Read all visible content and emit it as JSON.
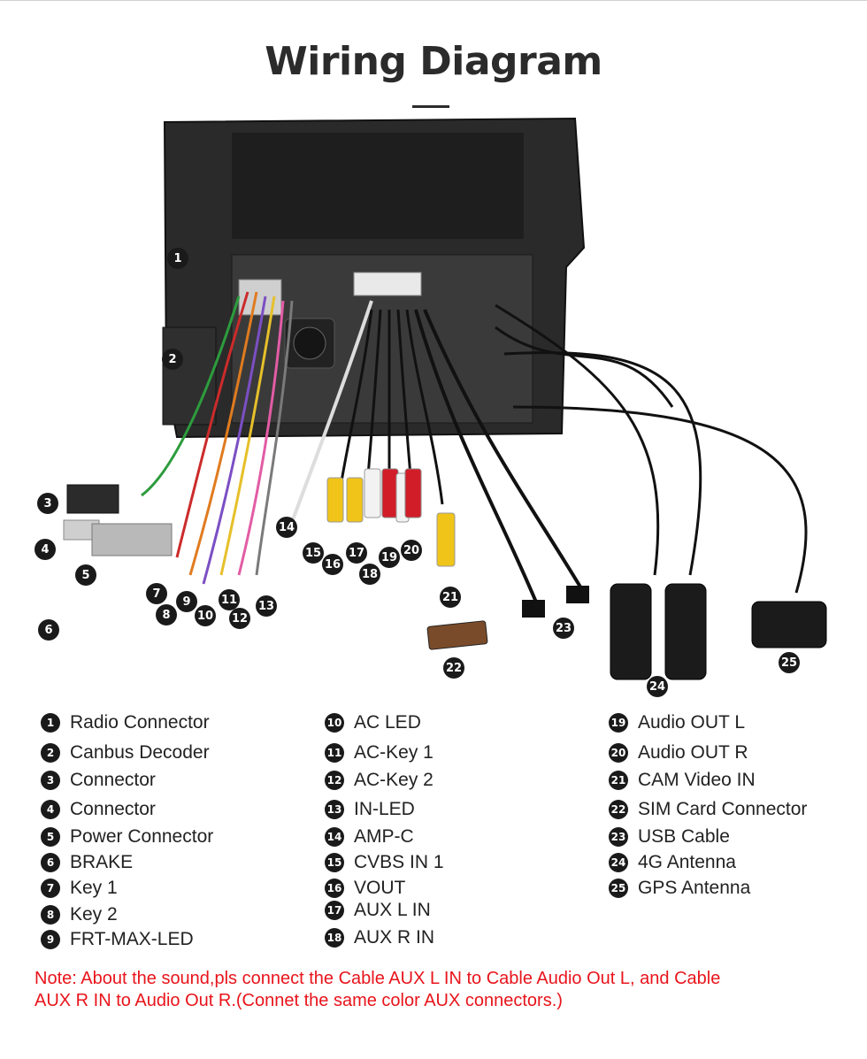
{
  "title": "Wiring Diagram",
  "legend": [
    {
      "num": "1",
      "label": "Radio Connector"
    },
    {
      "num": "2",
      "label": "Canbus Decoder"
    },
    {
      "num": "3",
      "label": "Connector"
    },
    {
      "num": "4",
      "label": "Connector"
    },
    {
      "num": "5",
      "label": "Power Connector"
    },
    {
      "num": "6",
      "label": "BRAKE"
    },
    {
      "num": "7",
      "label": "Key 1"
    },
    {
      "num": "8",
      "label": "Key 2"
    },
    {
      "num": "9",
      "label": "FRT-MAX-LED"
    },
    {
      "num": "10",
      "label": "AC LED"
    },
    {
      "num": "11",
      "label": "AC-Key 1"
    },
    {
      "num": "12",
      "label": "AC-Key 2"
    },
    {
      "num": "13",
      "label": "IN-LED"
    },
    {
      "num": "14",
      "label": "AMP-C"
    },
    {
      "num": "15",
      "label": "CVBS IN 1"
    },
    {
      "num": "16",
      "label": "VOUT"
    },
    {
      "num": "17",
      "label": "AUX L IN"
    },
    {
      "num": "18",
      "label": "AUX R IN"
    },
    {
      "num": "19",
      "label": "Audio OUT L"
    },
    {
      "num": "20",
      "label": "Audio OUT R"
    },
    {
      "num": "21",
      "label": "CAM Video IN"
    },
    {
      "num": "22",
      "label": "SIM Card Connector"
    },
    {
      "num": "23",
      "label": "USB Cable"
    },
    {
      "num": "24",
      "label": "4G Antenna"
    },
    {
      "num": "25",
      "label": "GPS Antenna"
    }
  ],
  "note": {
    "line1": "Note: About the sound,pls connect the Cable AUX L IN to Cable Audio Out L, and Cable",
    "line2": "AUX R IN to  Audio Out R.(Connet the same color AUX connectors.)"
  },
  "colors": {
    "note": "#e8141b",
    "badge": "#1a1a1a",
    "title": "#2b2b2b"
  }
}
